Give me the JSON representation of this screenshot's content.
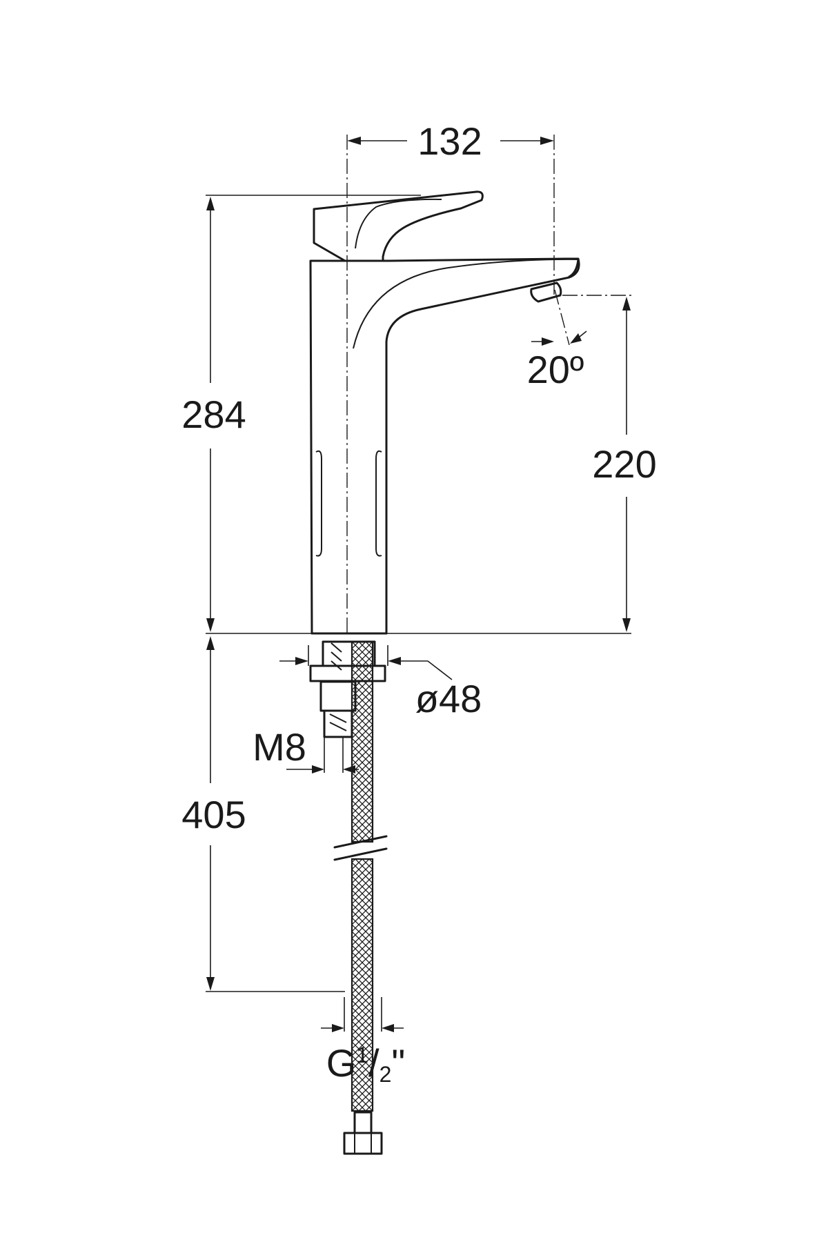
{
  "dimensions": {
    "spout_reach": "132",
    "overall_height": "284",
    "spout_height": "220",
    "spout_angle": "20º",
    "base_diameter": "ø48",
    "stud_thread": "M8",
    "hose_length": "405",
    "connection_g": "G",
    "connection_num": "1",
    "connection_slash": "/",
    "connection_den": "2",
    "connection_inch": "\""
  },
  "colors": {
    "ink": "#1a1a1a",
    "background": "#ffffff"
  }
}
